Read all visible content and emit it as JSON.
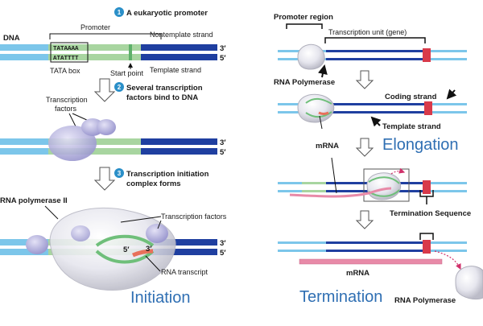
{
  "left_panel": {
    "step1": {
      "num": "1",
      "text": "A eukaryotic promoter"
    },
    "dna_label": "DNA",
    "promoter_label": "Promoter",
    "nontemplate_label": "Nontemplate strand",
    "template_label": "Template strand",
    "tata_top": "TATAAAA",
    "tata_bottom": "ATATTTT",
    "tata_box_label": "TATA box",
    "start_point_label": "Start point",
    "prime_3": "3′",
    "prime_5": "5′",
    "step2": {
      "num": "2",
      "line1": "Several transcription",
      "line2": "factors bind to DNA"
    },
    "tf_label_line1": "Transcription",
    "tf_label_line2": "factors",
    "step3": {
      "num": "3",
      "line1": "Transcription initiation",
      "line2": "complex forms"
    },
    "rna_pol_label": "RNA polymerase II",
    "tf_label2": "Transcription factors",
    "rna_transcript_label": "RNA transcript",
    "initiation_label": "Initiation"
  },
  "right_panel": {
    "promoter_region_label": "Promoter region",
    "transcription_unit_label": "Transcription unit (gene)",
    "rna_polymerase_label": "RNA Polymerase",
    "coding_strand_label": "Coding strand",
    "template_strand_label": "Template strand",
    "mrna_label": "mRNA",
    "elongation_label": "Elongation",
    "termination_seq_label": "Termination Sequence",
    "mrna_label2": "mRNA",
    "termination_label": "Termination",
    "rna_polymerase_label2": "RNA Polymerase"
  },
  "colors": {
    "dna_light": "#7cc6ea",
    "dna_dark": "#1f3fa0",
    "promoter_green": "#a8d5a0",
    "polymerase": "#c8c8e8",
    "mrna_pink": "#e88aa8",
    "title_blue": "#2f6fb3",
    "step_circle": "#2a8fc8"
  }
}
